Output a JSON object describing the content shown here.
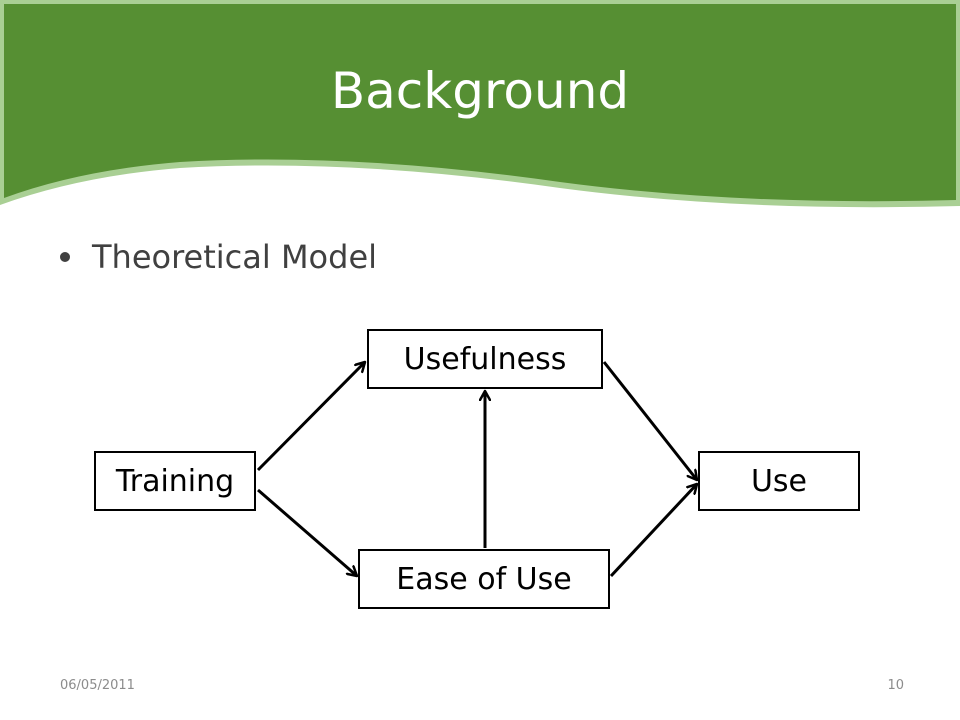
{
  "slide": {
    "title": "Background",
    "bullet": "Theoretical Model",
    "footer_date": "06/05/2011",
    "page_number": "10"
  },
  "diagram": {
    "nodes": {
      "training": "Training",
      "usefulness": "Usefulness",
      "ease_of_use": "Ease of Use",
      "use": "Use"
    },
    "edges": [
      {
        "from": "Training",
        "to": "Usefulness"
      },
      {
        "from": "Training",
        "to": "Ease of Use"
      },
      {
        "from": "Ease of Use",
        "to": "Usefulness"
      },
      {
        "from": "Usefulness",
        "to": "Use"
      },
      {
        "from": "Ease of Use",
        "to": "Use"
      }
    ]
  },
  "colors": {
    "header_green": "#568f33",
    "header_light_green": "#a9cf94",
    "text_gray": "#404040",
    "footer_gray": "#8c8c8c"
  }
}
